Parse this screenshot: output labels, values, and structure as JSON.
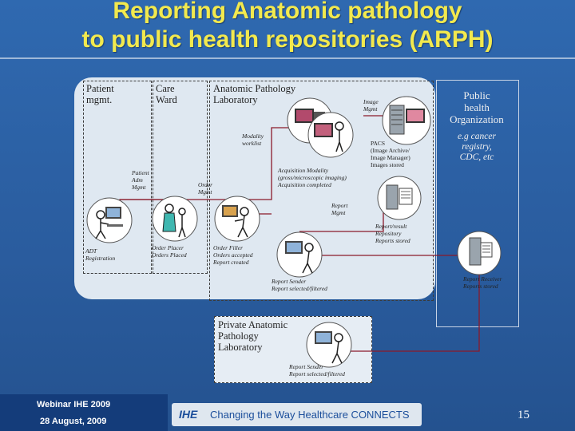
{
  "title": {
    "line1": "Reporting Anatomic pathology",
    "line2": "to public health repositories (ARPH)"
  },
  "domains": {
    "patient": "Patient\nmgmt.",
    "care": "Care\nWard",
    "lab": "Anatomic Pathology\nLaboratory"
  },
  "public_health": {
    "title": "Public\nhealth\nOrganization",
    "subtitle": "e.g cancer\nregistry,\nCDC, etc"
  },
  "private_lab": "Private Anatomic\nPathology\nLaboratory",
  "labels": {
    "image_mgmt": "Image\nMgmt",
    "modality_worklist": "Modality\nworklist",
    "pacs": "PACS\n(Image Archive/\nImage Manager)\nImages stored",
    "patient_adm": "Patient\nAdm\nMgmt",
    "order_mgmt": "Order\nMgmt",
    "acquisition": "Acquisition Modality\n(gross/microscopic imaging)\nAcquisition completed",
    "report_mgmt": "Report\nMgmt",
    "report_repo": "Report/result\nRepository\nReports stored",
    "adt": "ADT\nRegistration",
    "order_placer": "Order Placer\nOrders Placed",
    "order_filler": "Order Filler\nOrders accepted\nReport created",
    "report_sender": "Report Sender\nReport selected/filtered",
    "report_receiver": "Report Receiver\nReports stored",
    "private_sender": "Report Sender\nReport selected/filtered"
  },
  "footer": {
    "webinar": "Webinar IHE 2009",
    "date": "28 August, 2009",
    "ihe_logo": "IHE",
    "slogan": "Changing the Way Healthcare CONNECTS",
    "page": "15"
  },
  "colors": {
    "title": "#f2e94e",
    "background": "#2e63a6",
    "flow_line": "#8b1a2b"
  }
}
